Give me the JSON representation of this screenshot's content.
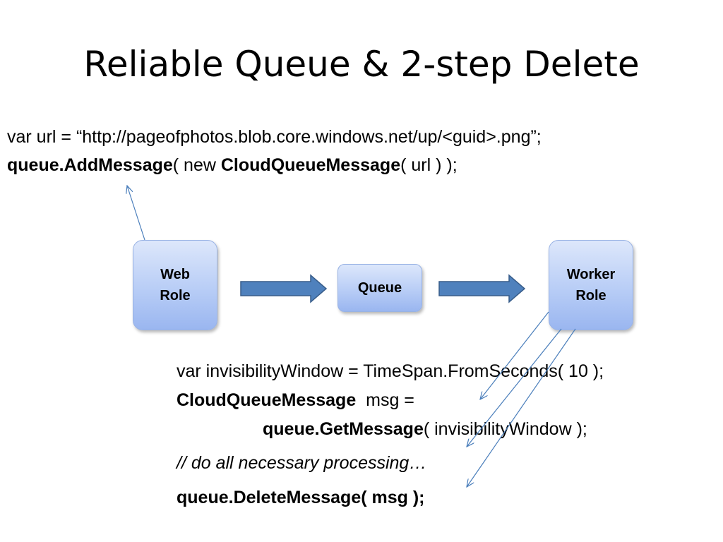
{
  "slide": {
    "title": "Reliable Queue & 2-step Delete"
  },
  "code_top": {
    "line1": "var url = “http://pageofphotos.blob.core.windows.net/up/<guid>.png”;",
    "line2": {
      "part1": "queue.AddMessage",
      "part2": "( new ",
      "part3": "CloudQueueMessage",
      "part4": "( url ) );"
    }
  },
  "boxes": {
    "web_role": {
      "line1": "Web",
      "line2": "Role"
    },
    "queue": {
      "label": "Queue"
    },
    "worker_role": {
      "line1": "Worker",
      "line2": "Role"
    }
  },
  "code_bottom": {
    "line1": "var invisibilityWindow = TimeSpan.FromSeconds( 10 );",
    "line2": {
      "part1": "CloudQueueMessage",
      "part2": "  msg ="
    },
    "line3": {
      "part1": "queue.GetMessage",
      "part2": "( invisibilityWindow );"
    },
    "line4": "// do all necessary processing…",
    "line5": "queue.DeleteMessage( msg );"
  },
  "colors": {
    "box_fill": "#b8cdf6",
    "block_arrow_fill": "#4f81bd",
    "block_arrow_stroke": "#385d8a",
    "thin_arrow": "#4a7ebb"
  }
}
